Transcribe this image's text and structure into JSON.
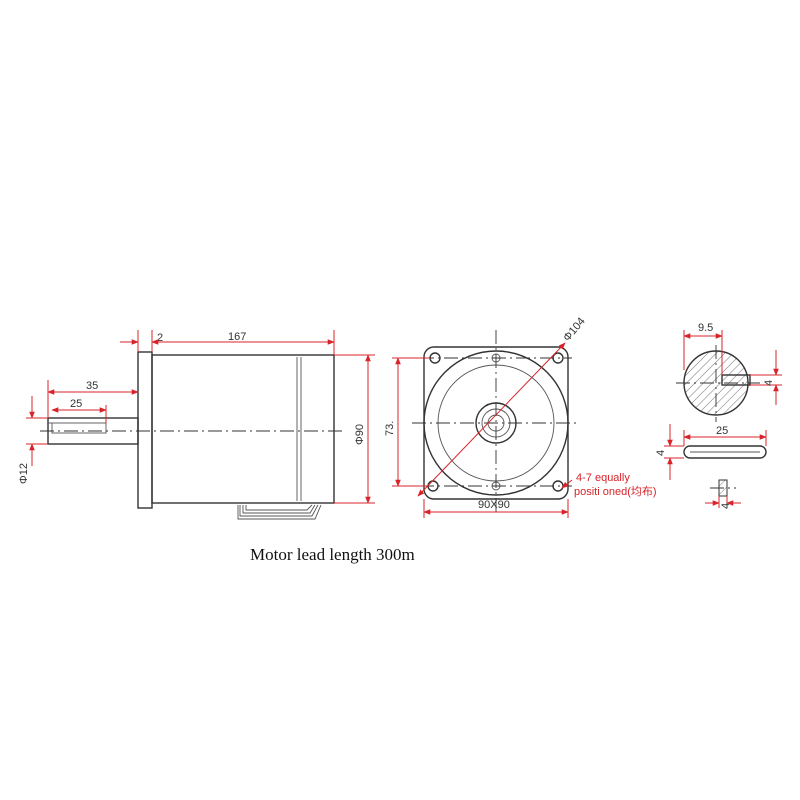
{
  "colors": {
    "line": "#333333",
    "dimension": "#d8232a",
    "background": "#ffffff"
  },
  "side_view": {
    "dim_flange": "2",
    "dim_body_length": "167",
    "dim_shaft_length": "35",
    "dim_key_length": "25",
    "dim_shaft_dia": "Φ12",
    "dim_body_dia": "Φ90"
  },
  "front_view": {
    "dim_circle": "Φ104",
    "dim_hole_spacing": "73.",
    "dim_flange_size": "90X90",
    "hole_note_line1": "4-7 equally",
    "hole_note_line2": "positi oned(均布)"
  },
  "key_section": {
    "dim_flat_width": "9.5",
    "dim_flat_depth": "4"
  },
  "key_view": {
    "dim_key_length": "25",
    "dim_key_height": "4",
    "dim_key_width": "4"
  },
  "caption": "Motor lead length 300m"
}
